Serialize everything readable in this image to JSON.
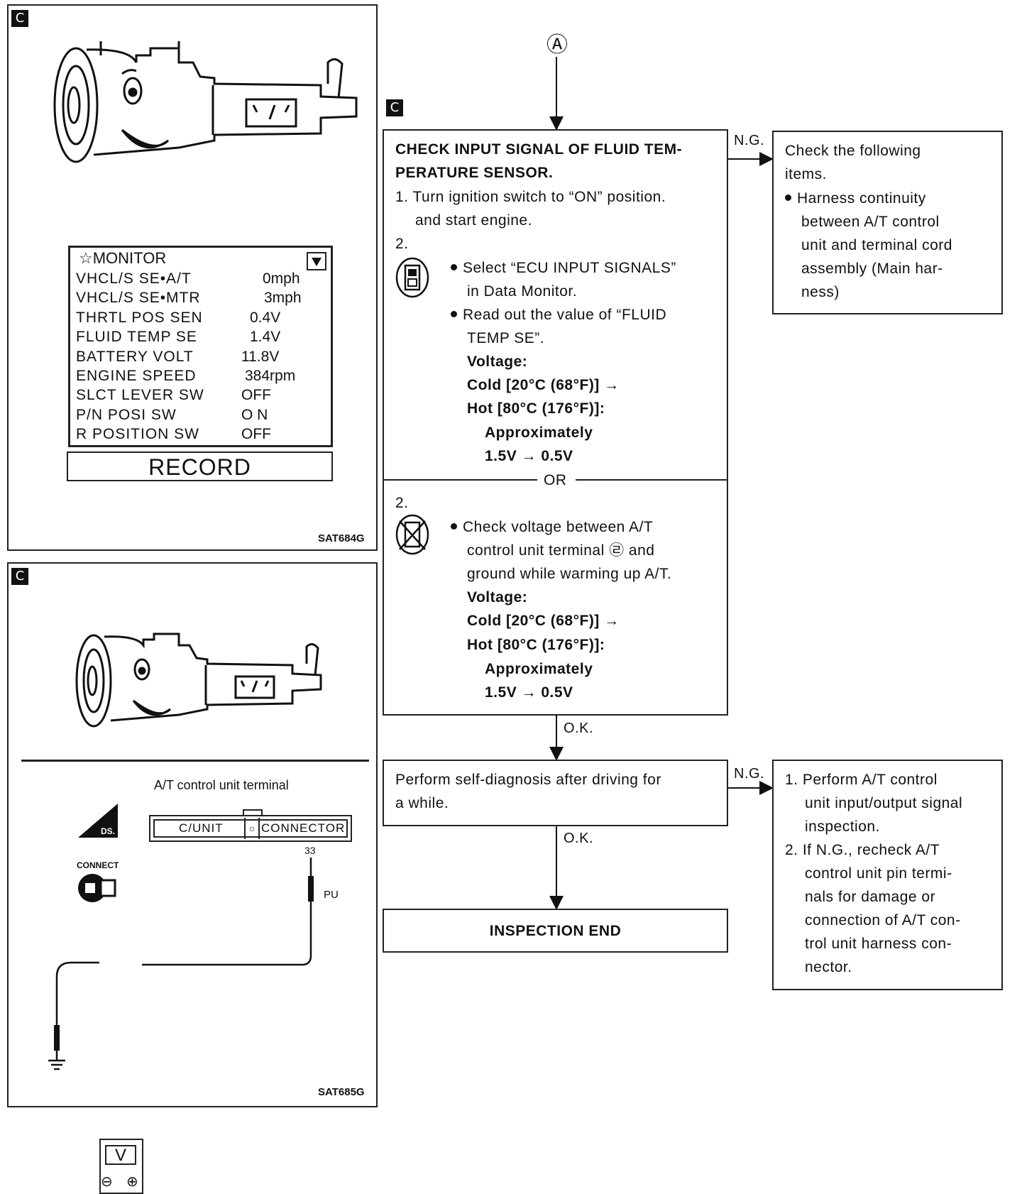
{
  "badge_letter": "C",
  "panel_top": {
    "code": "SAT684G",
    "monitor": {
      "title": "☆MONITOR",
      "rows": [
        {
          "label": "VHCL/S SE•A/T",
          "value": "0mph"
        },
        {
          "label": "VHCL/S SE•MTR",
          "value": "3mph"
        },
        {
          "label": "THRTL POS SEN",
          "value": "0.4V"
        },
        {
          "label": "FLUID TEMP SE",
          "value": "1.4V"
        },
        {
          "label": "BATTERY VOLT",
          "value": "11.8V"
        },
        {
          "label": "ENGINE SPEED",
          "value": "384rpm"
        },
        {
          "label": "SLCT LEVER SW",
          "value": "OFF"
        },
        {
          "label": "P/N POSI SW",
          "value": "O N"
        },
        {
          "label": "R POSITION SW",
          "value": "OFF"
        }
      ],
      "record": "RECORD"
    }
  },
  "panel_bottom": {
    "code": "SAT685G",
    "terminal_title": "A/T control unit terminal",
    "cunit": "C/UNIT",
    "connector": "CONNECTOR",
    "terminal_no": "33",
    "wire_color": "PU",
    "connect": "CONNECT",
    "ds": "DS.",
    "meter": "V",
    "meter_neg": "⊖",
    "meter_pos": "⊕"
  },
  "flow": {
    "connector_in": "Ⓐ",
    "box1": {
      "title_1": "CHECK INPUT SIGNAL OF FLUID TEM-",
      "title_2": "PERATURE SENSOR.",
      "step1_a": "1. Turn ignition switch to “ON” position.",
      "step1_b": "and start engine.",
      "step2": "2.",
      "b1_a": "Select “ECU INPUT SIGNALS”",
      "b1_b": "in Data Monitor.",
      "b2_a": "Read out the value of “FLUID",
      "b2_b": "TEMP SE”.",
      "voltage": "Voltage:",
      "cold": "Cold [20°C (68°F)] →",
      "hot": "Hot [80°C (176°F)]:",
      "approx": "Approximately",
      "range": "1.5V → 0.5V",
      "or": "OR",
      "step2b": "2.",
      "c1_a": "Check voltage between A/T",
      "c1_b": "control unit terminal ㉣ and",
      "c1_c": "ground while warming up A/T.",
      "voltage2": "Voltage:",
      "cold2": "Cold [20°C (68°F)] →",
      "hot2": "Hot [80°C (176°F)]:",
      "approx2": "Approximately",
      "range2": "1.5V → 0.5V"
    },
    "ng1": "N.G.",
    "ng1_box": {
      "l1": "Check the following",
      "l2": "items.",
      "l3": "Harness continuity",
      "l4": "between A/T control",
      "l5": "unit and terminal cord",
      "l6": "assembly (Main har-",
      "l7": "ness)"
    },
    "ok1": "O.K.",
    "box2": {
      "l1": "Perform self-diagnosis after driving for",
      "l2": "a while."
    },
    "ng2": "N.G.",
    "ng2_box": {
      "l1": "1. Perform A/T control",
      "l2": "unit input/output signal",
      "l3": "inspection.",
      "l4": "2. If N.G., recheck A/T",
      "l5": "control unit pin termi-",
      "l6": "nals for damage or",
      "l7": "connection of A/T con-",
      "l8": "trol unit harness con-",
      "l9": "nector."
    },
    "ok2": "O.K.",
    "end": "INSPECTION END"
  }
}
